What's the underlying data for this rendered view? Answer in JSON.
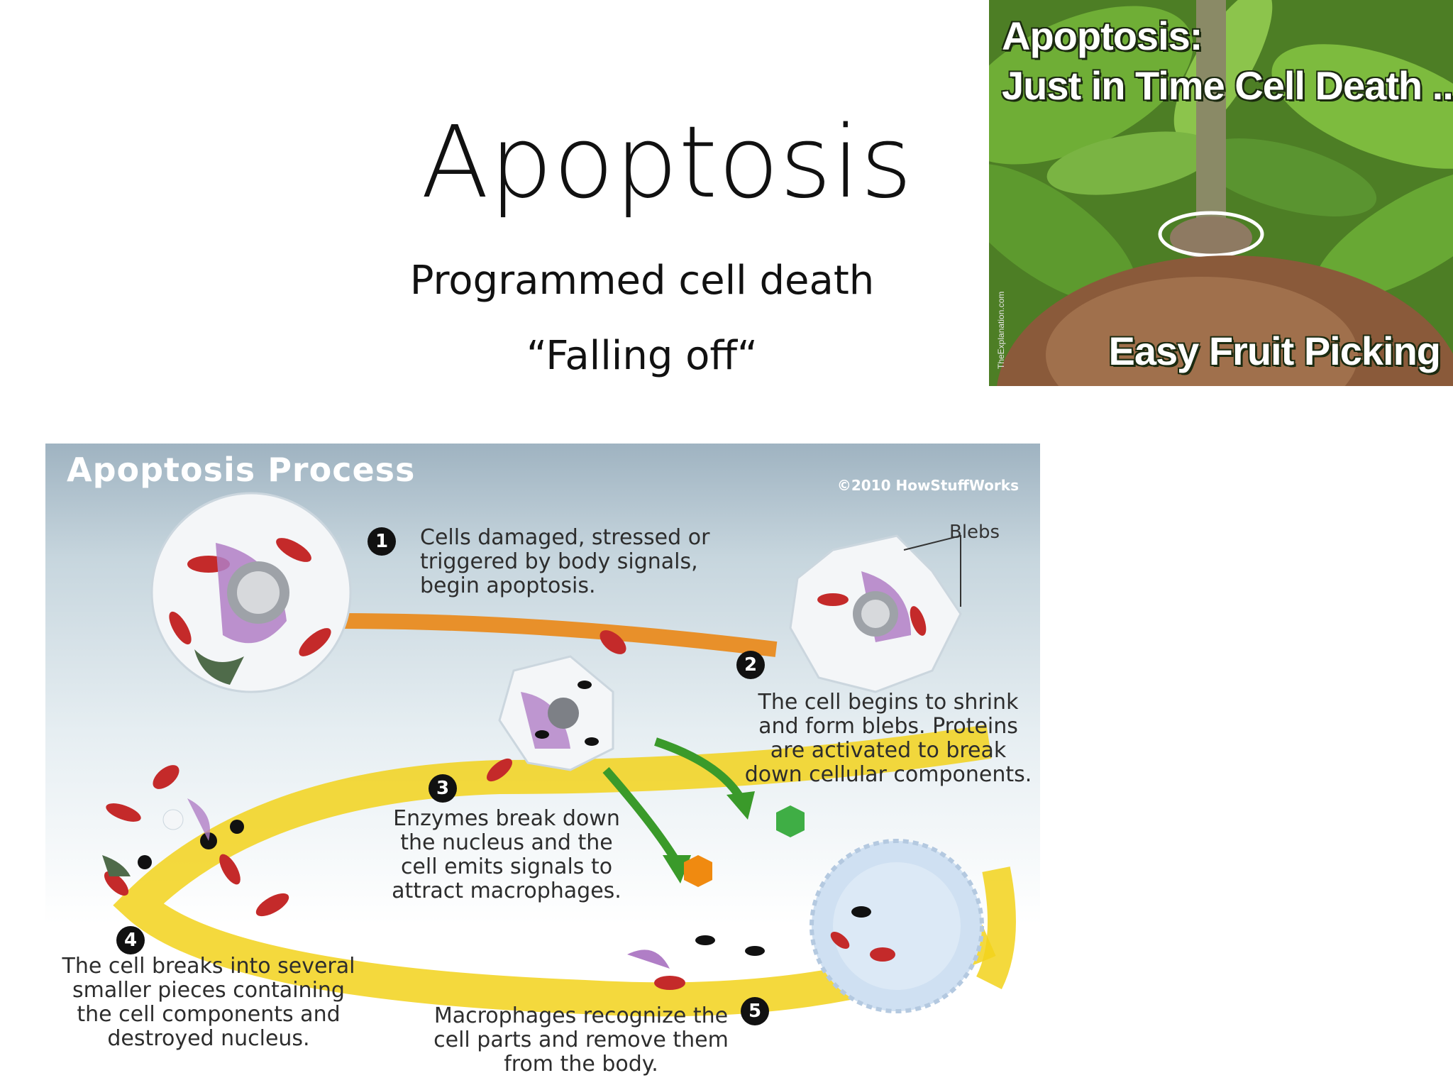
{
  "slide": {
    "title": "Apoptosis",
    "subtitle_line1": "Programmed cell death",
    "subtitle_line2": "“Falling off“"
  },
  "photo": {
    "caption_line1": "Apoptosis:",
    "caption_line2": "Just in Time Cell Death ...",
    "caption_line3": "Easy Fruit Picking",
    "credit": "TheExplanation.com",
    "colors": {
      "leaf": "#5e9a2c",
      "fruit": "#8a5a3a",
      "outline": "#ffffff"
    }
  },
  "diagram": {
    "title": "Apoptosis Process",
    "credit": "©2010 HowStuffWorks",
    "blebs_label": "Blebs",
    "steps": [
      {
        "number": "1",
        "text": "Cells damaged, stressed or triggered by body signals, begin apoptosis."
      },
      {
        "number": "2",
        "text": "The cell begins to shrink and form blebs. Proteins are activated to break down cellular components."
      },
      {
        "number": "3",
        "text": "Enzymes break down the nucleus and the cell emits signals to attract macrophages."
      },
      {
        "number": "4",
        "text": "The cell breaks into several smaller pieces containing the cell components and destroyed nucleus."
      },
      {
        "number": "5",
        "text": "Macrophages recognize the cell parts and remove them from the body."
      }
    ],
    "colors": {
      "path_yellow": "#f2d21b",
      "path_orange": "#e8902a",
      "arrow_green": "#3a9a2a",
      "organelle_red": "#c42a2a",
      "golgi_purple": "#b07ec6"
    }
  }
}
